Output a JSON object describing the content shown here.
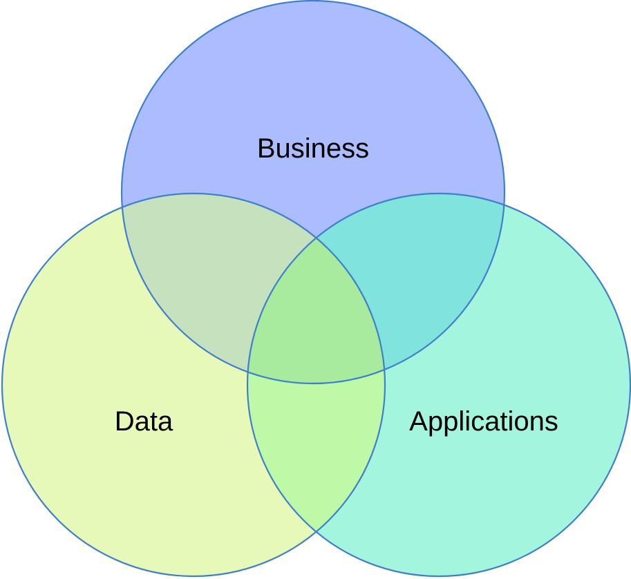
{
  "diagram": {
    "type": "venn",
    "sets": [
      {
        "id": "business",
        "label": "Business",
        "color": "#abbdfe"
      },
      {
        "id": "data",
        "label": "Data",
        "color": "#e7f9b9"
      },
      {
        "id": "applications",
        "label": "Applications",
        "color": "#a3f6dd"
      }
    ],
    "overlap_colors": {
      "business_data": "#c5e1bd",
      "business_applications": "#80e3dc",
      "data_applications": "#bef9a7",
      "all": "#a8eb9f"
    },
    "stroke_color": "#3f7fcc"
  }
}
